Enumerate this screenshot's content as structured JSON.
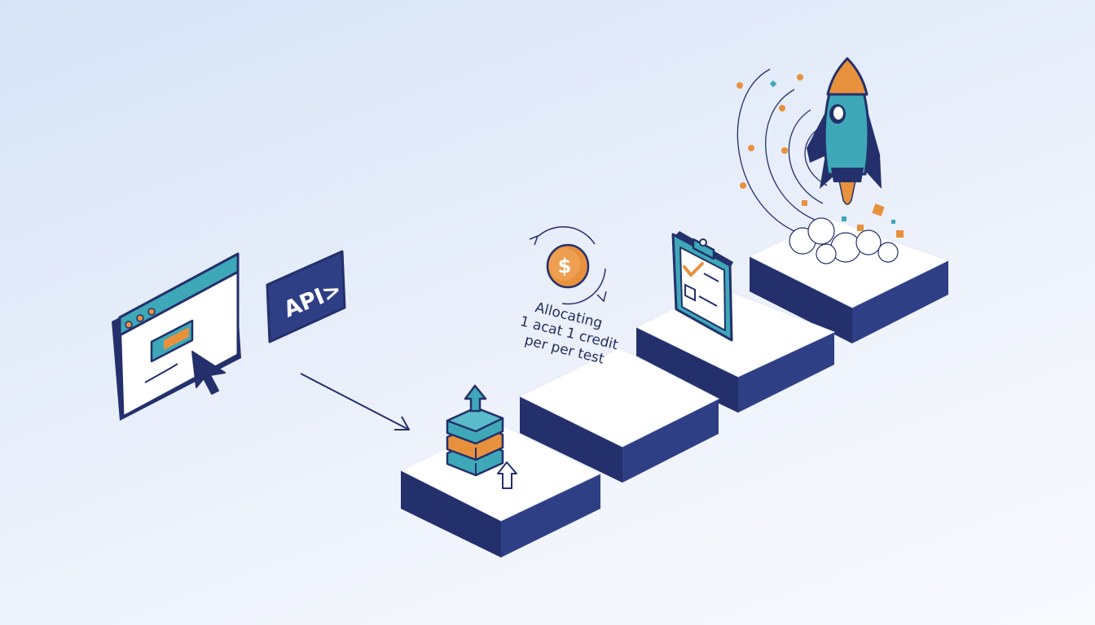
{
  "illustration": {
    "api_badge_text": "API>",
    "currency_symbol": "$",
    "allocation_text_lines": [
      "Allocating",
      "1 acat 1 credit",
      "per per test"
    ]
  },
  "colors": {
    "navy": "#23306b",
    "navy_side": "#2f3f86",
    "teal": "#3ea8b8",
    "orange": "#e8913d",
    "white": "#ffffff"
  },
  "icons": [
    "browser-window-icon",
    "cursor-icon",
    "api-badge-icon",
    "arrow-icon",
    "stacked-boxes-icon",
    "coin-icon",
    "clipboard-checklist-icon",
    "rocket-icon"
  ]
}
